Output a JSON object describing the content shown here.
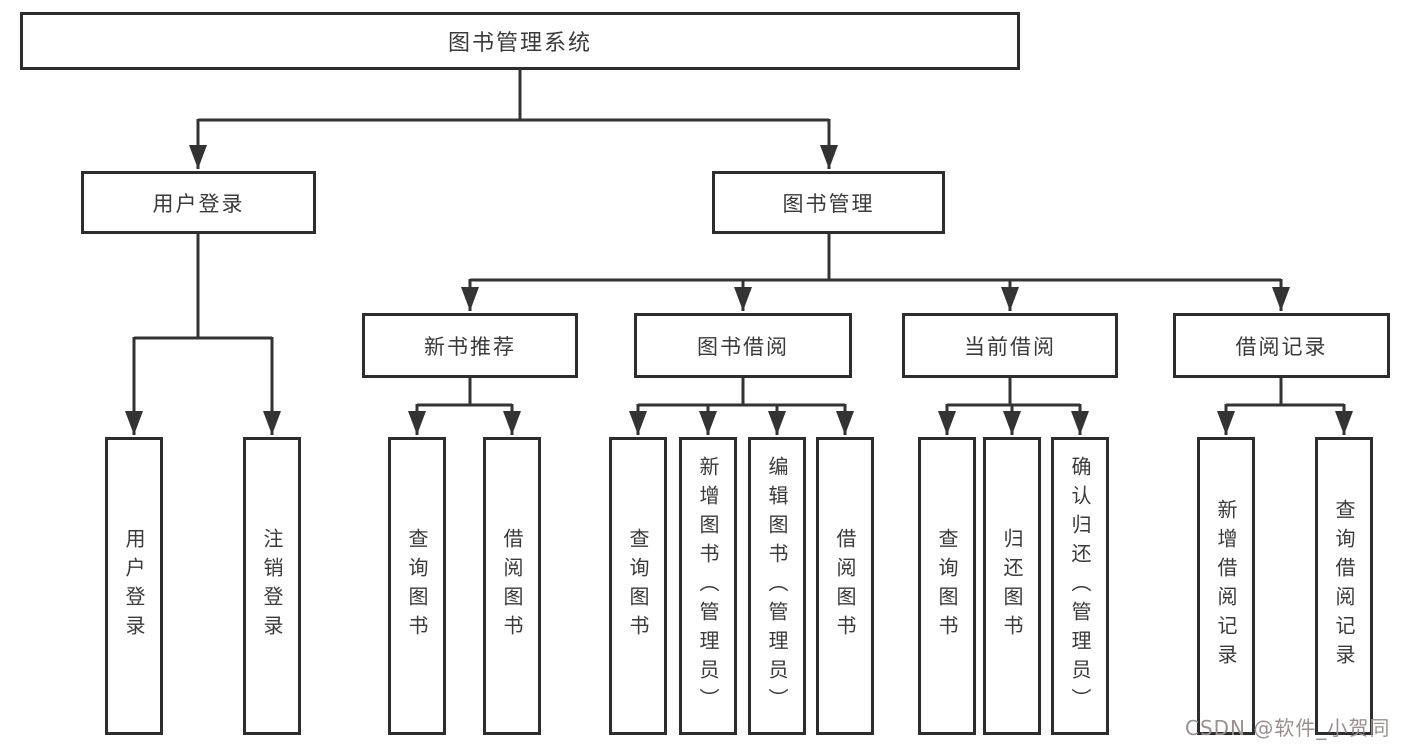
{
  "diagram": {
    "title": "图书管理系统",
    "branches": [
      {
        "label": "用户登录",
        "children": [
          {
            "label": "用户登录"
          },
          {
            "label": "注销登录"
          }
        ]
      },
      {
        "label": "图书管理",
        "children": [
          {
            "label": "新书推荐",
            "children": [
              {
                "label": "查询图书"
              },
              {
                "label": "借阅图书"
              }
            ]
          },
          {
            "label": "图书借阅",
            "children": [
              {
                "label": "查询图书"
              },
              {
                "label": "新增图书（管理员）"
              },
              {
                "label": "编辑图书（管理员）"
              },
              {
                "label": "借阅图书"
              }
            ]
          },
          {
            "label": "当前借阅",
            "children": [
              {
                "label": "查询图书"
              },
              {
                "label": "归还图书"
              },
              {
                "label": "确认归还（管理员）"
              }
            ]
          },
          {
            "label": "借阅记录",
            "children": [
              {
                "label": "新增借阅记录"
              },
              {
                "label": "查询借阅记录"
              }
            ]
          }
        ]
      }
    ]
  },
  "colors": {
    "line": "#333333",
    "box_border": "#2d2d2d",
    "text": "#3a3a3a",
    "watermark": "#999090"
  },
  "watermark": "CSDN @软件_小贺同学"
}
